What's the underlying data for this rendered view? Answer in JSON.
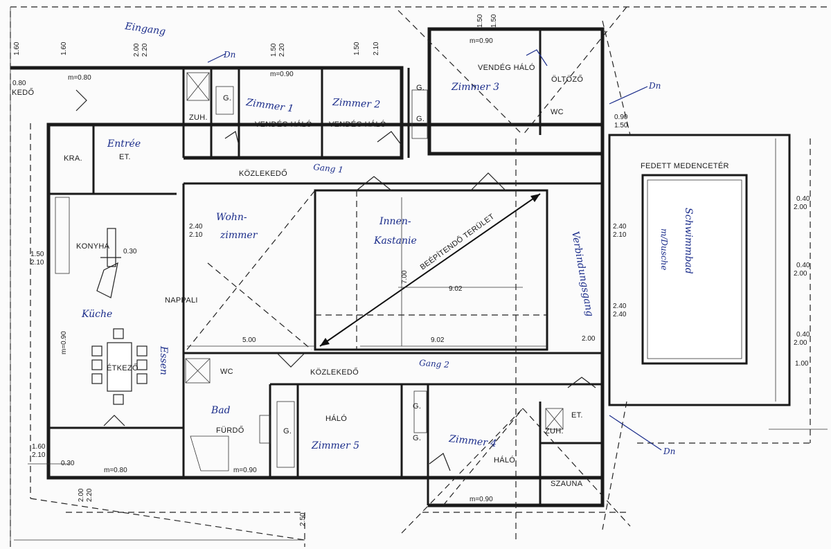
{
  "labels": {
    "kedo": "KEDŐ",
    "kra": "KRA.",
    "et": "ET.",
    "konyha": "KONYHA",
    "etkezo": "ÉTKEZŐ",
    "nappali": "NAPPALI",
    "zuh1": "ZUH.",
    "g1": "G.",
    "vendeg_halo1": "VENDÉG HÁLÓ",
    "vendeg_halo2": "VENDÉG HÁLÓ",
    "vendeg_halo3": "VENDÉG HÁLÓ",
    "g2": "G.",
    "g3": "G.",
    "oltozo": "ÖLTÖZŐ",
    "wc1": "WC",
    "kozlekedo1": "KÖZLEKEDŐ",
    "kozlekedo2": "KÖZLEKEDŐ",
    "beepitendo": "BEÉPÍTENDŐ TERÜLET",
    "fedett": "FEDETT MEDENCETÉR",
    "wc2": "WC",
    "furdo": "FÜRDŐ",
    "g4": "G.",
    "halo1": "HÁLÓ",
    "g5": "G.",
    "g6": "G.",
    "halo2": "HÁLÓ",
    "zuh2": "ZUH.",
    "et2": "ET.",
    "szauna": "SZAUNA"
  },
  "handwritten": {
    "eingang_top": "Eingang",
    "entree": "Entrée",
    "zimmer1": "Zimmer 1",
    "zimmer2": "Zimmer 2",
    "zimmer3": "Zimmer 3",
    "gang1": "Gang 1",
    "wohnzimmer_a": "Wohn-",
    "wohnzimmer_b": "zimmer",
    "innenkastanie_a": "Innen-",
    "innenkastanie_b": "Kastanie",
    "kuche": "Küche",
    "essen": "Essen",
    "verbindungsgang": "Verbindungsgang",
    "schwimmbad": "Schwimmbad",
    "mitdusche": "m/Dusche",
    "gang2": "Gang 2",
    "bad": "Bad",
    "zimmer5": "Zimmer 5",
    "zimmer4": "Zimmer 4",
    "dn1": "Dn",
    "dn2": "Dn",
    "dn3": "Dn"
  },
  "dimensions": {
    "d080": "0.80",
    "m080a": "m=0.80",
    "d160a": "1.60",
    "d160b": "1.60",
    "d200a": "2.00",
    "d220a": "2.20",
    "d150a": "1.50",
    "d220b": "2.20",
    "m090a": "m=0.90",
    "d150b": "1.50",
    "d210a": "2.10",
    "d150c": "1.50",
    "d150d": "1.50",
    "m090b": "m=0.90",
    "d150e": "1.50",
    "d210b": "2.10",
    "m090c": "m=0.90",
    "d030a": "0.30",
    "d240a": "2.40",
    "d210c": "2.10",
    "d500": "5.00",
    "d902a": "9.02",
    "d902b": "9.02",
    "d700": "7.00",
    "d240b": "2.40",
    "d210d": "2.10",
    "d240c": "2.40",
    "d240d": "2.40",
    "d200b": "2.00",
    "d090a": "0.90",
    "d150f": "1.50",
    "d040a": "0.40",
    "d200c": "2.00",
    "d040b": "0.40",
    "d200d": "2.00",
    "d040c": "0.40",
    "d200e": "2.00",
    "d100": "1.00",
    "m080b": "m=0.80",
    "m090d": "m=0.90",
    "m090e": "m=0.90",
    "d250": "2.50",
    "d160c": "1.60",
    "d210e": "2.10",
    "d030b": "0.30",
    "d200f": "2.00",
    "d220c": "2.20"
  },
  "colors": {
    "ink": "#1a1a1a",
    "handwriting": "#1a2c8a",
    "paper": "#fbfbfb"
  }
}
